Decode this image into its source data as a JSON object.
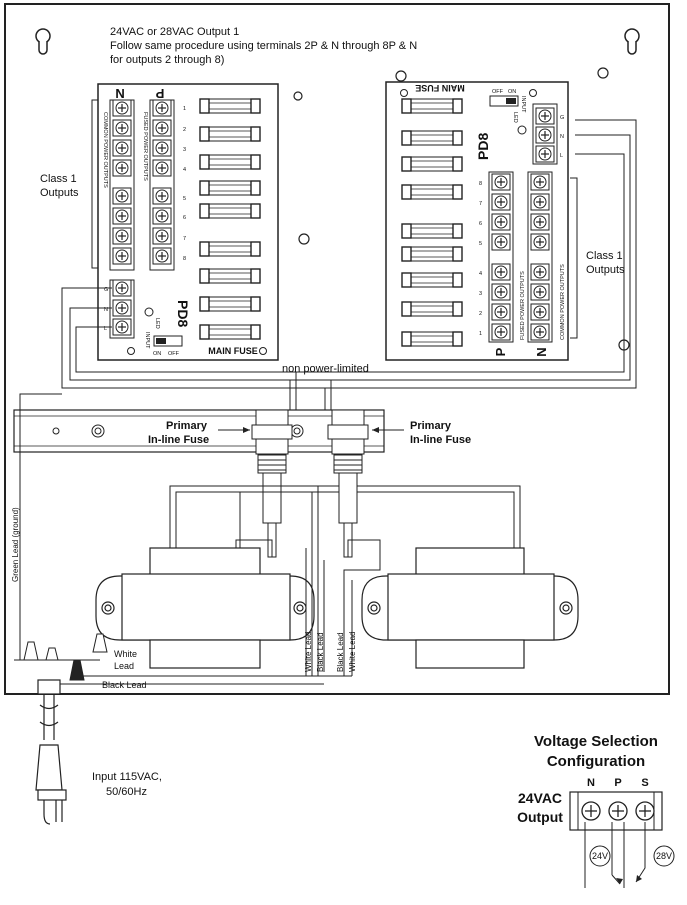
{
  "header_note": {
    "line1": "24VAC or 28VAC Output 1",
    "line2": "Follow same procedure using terminals 2P & N through 8P & N",
    "line3": "for outputs 2 through 8)"
  },
  "left_board": {
    "col_n": "N",
    "col_p": "P",
    "common_outputs": "COMMON POWER OUTPUTS",
    "fused_outputs": "FUSED POWER OUTPUTS",
    "numbers": [
      "1",
      "2",
      "3",
      "4",
      "5",
      "6",
      "7",
      "8"
    ],
    "model": "PD8",
    "led": "LED",
    "input": "INPUT",
    "switch_on": "ON",
    "switch_off": "OFF",
    "main_fuse": "MAIN FUSE",
    "input_terminals": [
      "G",
      "N",
      "L"
    ]
  },
  "right_board": {
    "col_n": "N",
    "col_p": "P",
    "common_outputs": "COMMON POWER OUTPUTS",
    "fused_outputs": "FUSED POWER OUTPUTS",
    "numbers": [
      "8",
      "7",
      "6",
      "5",
      "4",
      "3",
      "2",
      "1"
    ],
    "model": "PD8",
    "led": "LED",
    "input": "INPUT",
    "switch_on": "ON",
    "switch_off": "OFF",
    "main_fuse": "MAIN FUSE",
    "input_terminals": [
      "G",
      "N",
      "L"
    ]
  },
  "labels": {
    "class1_left_1": "Class 1",
    "class1_left_2": "Outputs",
    "class1_right_1": "Class 1",
    "class1_right_2": "Outputs",
    "non_power_limited": "non power-limited",
    "primary_left_1": "Primary",
    "primary_left_2": "In-line Fuse",
    "primary_right_1": "Primary",
    "primary_right_2": "In-line Fuse",
    "green_lead": "Green Lead (ground)",
    "white_lead_1": "White",
    "white_lead_2": "Lead",
    "black_lead": "Black Lead",
    "t1_white": "White Lead",
    "t1_black": "Black Lead",
    "t2_black": "Black Lead",
    "t2_white": "White Lead",
    "input_1": "Input 115VAC,",
    "input_2": "50/60Hz"
  },
  "voltage_config": {
    "title_1": "Voltage Selection",
    "title_2": "Configuration",
    "col_n": "N",
    "col_p": "P",
    "col_s": "S",
    "output_1": "24VAC",
    "output_2": "Output",
    "tag_24": "24V",
    "tag_28": "28V"
  }
}
